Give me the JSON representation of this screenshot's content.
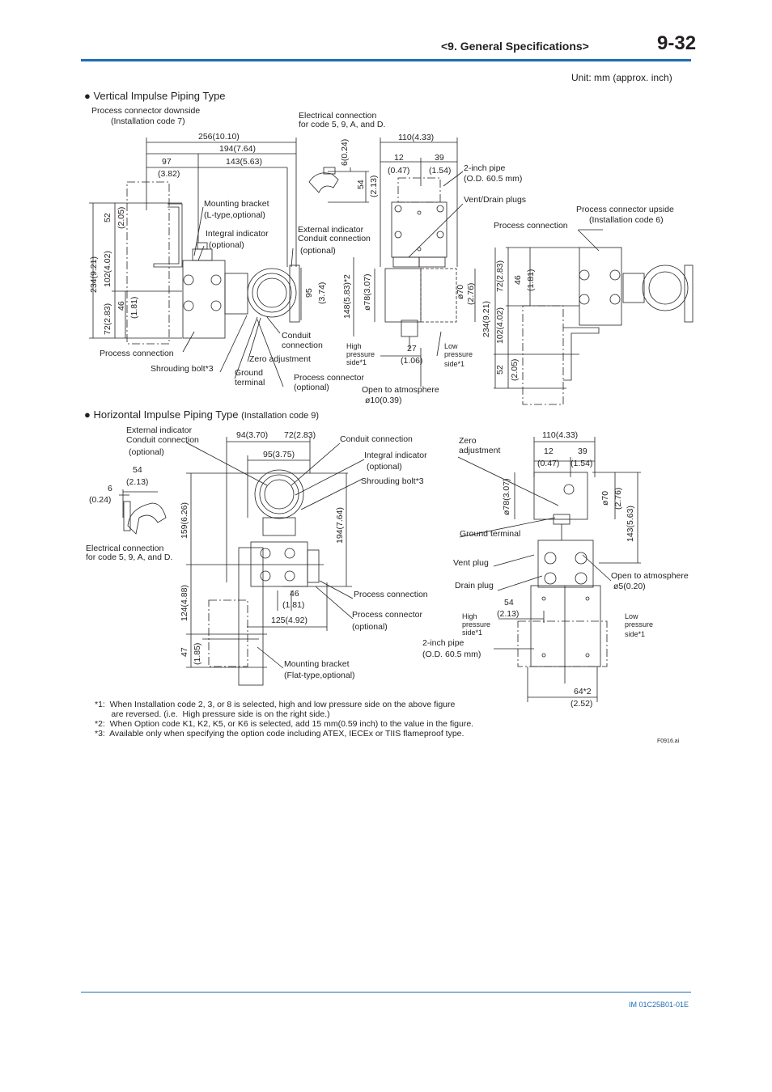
{
  "header": {
    "section": "<9.  General Specifications>",
    "page": "9-32"
  },
  "unit": "Unit: mm (approx. inch)",
  "vertical": {
    "title": "● Vertical Impulse Piping Type",
    "labels": {
      "pc_down_1": "Process connector downside",
      "pc_down_2": "(Installation code 7)",
      "elec_1": "Electrical connection",
      "elec_2": "for code 5, 9, A, and D.",
      "d256": "256(10.10)",
      "d194": "194(7.64)",
      "d97": "97",
      "d97b": "(3.82)",
      "d143": "143(5.63)",
      "d6": "6(0.24)",
      "d54": "54",
      "d54b": "(2.13)",
      "d110": "110(4.33)",
      "d12": "12",
      "d12b": "(0.47)",
      "d39": "39",
      "d39b": "(1.54)",
      "pipe_1": "2-inch pipe",
      "pipe_2": "(O.D. 60.5 mm)",
      "vent": "Vent/Drain plugs",
      "pc_up_1": "Process connector upside",
      "pc_up_2": "(Installation code 6)",
      "process_conn_r": "Process connection",
      "mount_1": "Mounting bracket",
      "mount_2": "(L-type,optional)",
      "integral_1": "Integral indicator",
      "integral_2": "(optional)",
      "ext_1": "External indicator",
      "ext_2": "Conduit connection",
      "ext_3": "(optional)",
      "d52": "52",
      "d52b": "(2.05)",
      "d102": "102(4.02)",
      "d234": "234(9.21)",
      "d72": "72(2.83)",
      "d46": "46",
      "d46b": "(1.81)",
      "d95": "95",
      "d95b": "(3.74)",
      "d148": "148(5.83)*2",
      "d78": "ø78(3.07)",
      "d70": "ø70",
      "d70b": "(2.76)",
      "r72": "72(2.83)",
      "r46": "46",
      "r46b": "(1.81)",
      "r234": "234(9.21)",
      "r102": "102(4.02)",
      "r52": "52",
      "r52b": "(2.05)",
      "conduit_1": "Conduit",
      "conduit_2": "connection",
      "process_conn": "Process connection",
      "zero": "Zero adjustment",
      "shroud": "Shrouding bolt*3",
      "ground_1": "Ground",
      "ground_2": "terminal",
      "pconnector_1": "Process connector",
      "pconnector_2": "(optional)",
      "high_1": "High",
      "high_2": "pressure",
      "high_3": "side*1",
      "d27": "27",
      "d27b": "(1.06)",
      "low_1": "Low",
      "low_2": "pressure",
      "low_3": "side*1",
      "atm_1": "Open to atmosphere",
      "atm_2": "ø10(0.39)"
    }
  },
  "horizontal": {
    "title": "● Horizontal Impulse Piping Type",
    "title_note": "(Installation code 9)",
    "labels": {
      "ext_1": "External indicator",
      "ext_2": "Conduit connection",
      "ext_3": "(optional)",
      "d94": "94(3.70)",
      "d72": "72(2.83)",
      "conduit": "Conduit connection",
      "d95": "95(3.75)",
      "integral_1": "Integral indicator",
      "integral_2": "(optional)",
      "shroud": "Shrouding bolt*3",
      "d54": "54",
      "d54b": "(2.13)",
      "d6": "6",
      "d6b": "(0.24)",
      "d159": "159(6.26)",
      "d194": "194(7.64)",
      "elec_1": "Electrical connection",
      "elec_2": "for code 5, 9, A, and D.",
      "d124": "124(4.88)",
      "d46": "46",
      "d46b": "(1.81)",
      "d125": "125(4.92)",
      "process_conn": "Process connection",
      "pconnector_1": "Process connector",
      "pconnector_2": "(optional)",
      "d47": "47",
      "d47b": "(1.85)",
      "mount_1": "Mounting bracket",
      "mount_2": "(Flat-type,optional)",
      "zero_1": "Zero",
      "zero_2": "adjustment",
      "d110": "110(4.33)",
      "d12": "12",
      "d12b": "(0.47)",
      "d39": "39",
      "d39b": "(1.54)",
      "d78": "ø78(3.07)",
      "d70": "ø70",
      "d70b": "(2.76)",
      "d143": "143(5.63)",
      "ground": "Ground terminal",
      "vent": "Vent plug",
      "drain": "Drain plug",
      "atm_1": "Open to atmosphere",
      "atm_2": "ø5(0.20)",
      "r54": "54",
      "r54b": "(2.13)",
      "high_1": "High",
      "high_2": "pressure",
      "high_3": "side*1",
      "low_1": "Low",
      "low_2": "pressure",
      "low_3": "side*1",
      "pipe_1": "2-inch pipe",
      "pipe_2": "(O.D. 60.5 mm)",
      "d64": "64*2",
      "d64b": "(2.52)"
    }
  },
  "notes": [
    "*1:  When Installation code 2, 3, or 8 is selected, high and low pressure side on the above figure",
    "       are reversed. (i.e.  High pressure side is on the right side.)",
    "*2:  When Option code K1, K2, K5, or K6 is selected, add 15 mm(0.59 inch) to the value in the figure.",
    "*3:  Available only when specifying the option code including ATEX, IECEx or TIIS flameproof type."
  ],
  "figure_id": "F0916.ai",
  "footer": "IM 01C25B01-01E"
}
